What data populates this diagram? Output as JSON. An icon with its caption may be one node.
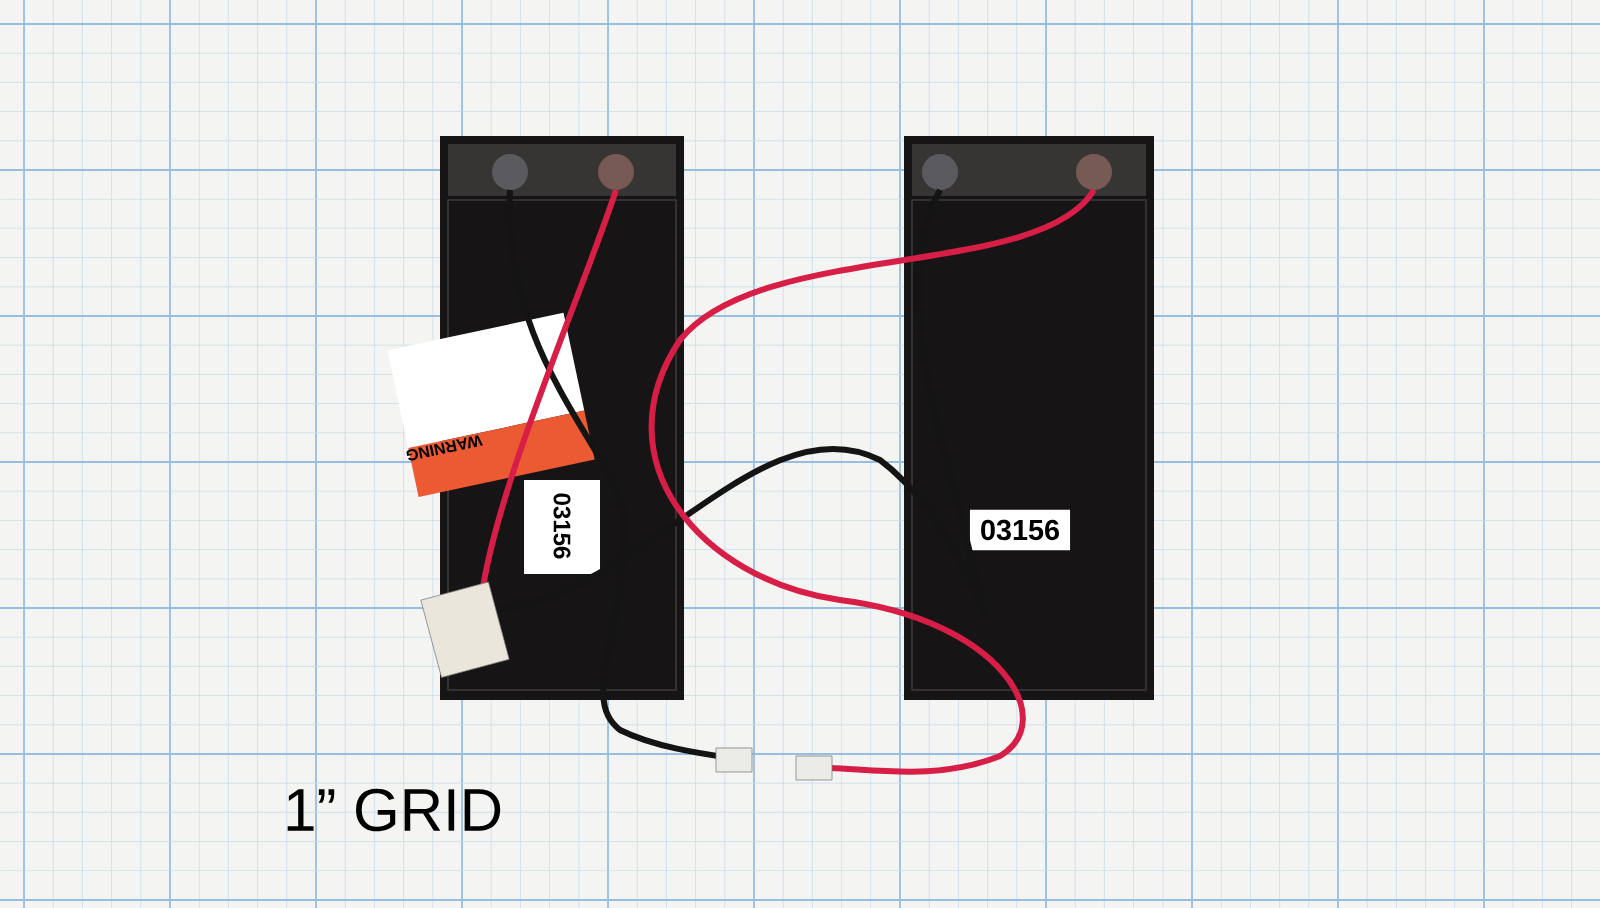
{
  "diagram": {
    "labels": [
      "WARNING",
      "03156",
      "03156",
      "1” GRID"
    ]
  }
}
